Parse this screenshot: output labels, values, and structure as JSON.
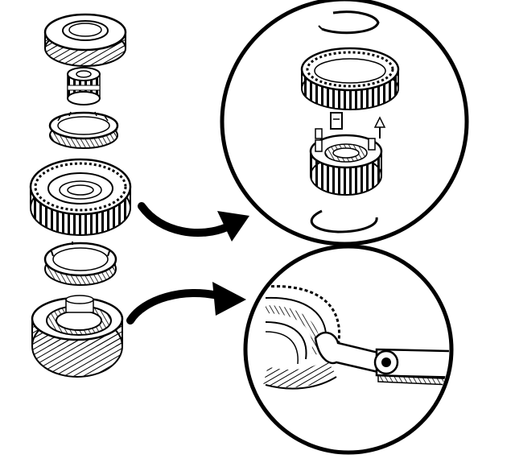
{
  "diagram": {
    "description_visible_text": "",
    "colors": {
      "ink": "#000000",
      "paper": "#ffffff"
    },
    "left_column_parts": [
      "helical-gear-top",
      "splined-hub",
      "synchronizer-ring-upper",
      "large-spur-gear",
      "synchronizer-ring-lower",
      "helical-gear-bottom"
    ],
    "detail_views": [
      "exploded-synchronizer-assembly",
      "snap-ring-removal-with-tool"
    ]
  }
}
